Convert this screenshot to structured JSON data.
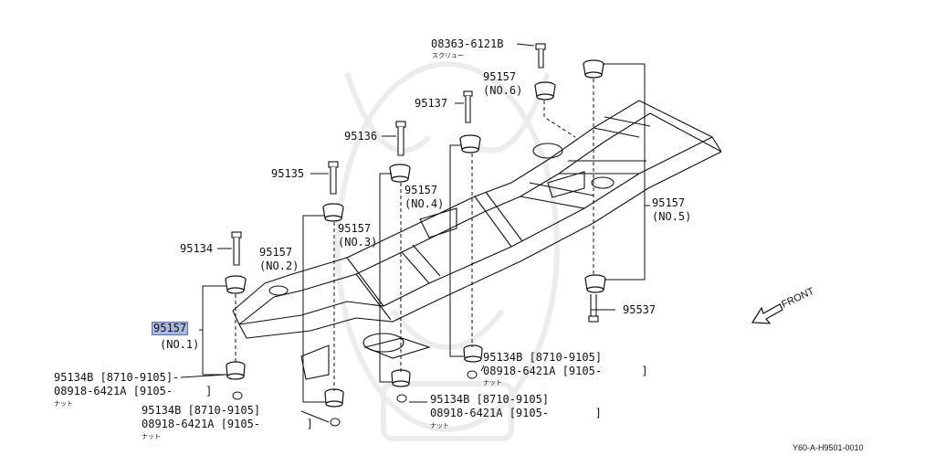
{
  "diagram": {
    "reference_code": "Y60-A-H9501-0010",
    "front_label": "FRONT",
    "highlight_color": "#a9b8de",
    "labels": {
      "screw_part": "08363-6121B",
      "screw_name": "スクリュー",
      "p95157_no6": "95157",
      "no6": "(NO.6)",
      "p95137": "95137",
      "p95136": "95136",
      "p95135": "95135",
      "p95157_no4": "95157",
      "no4": "(NO.4)",
      "p95157_no3": "95157",
      "no3": "(NO.3)",
      "p95134": "95134",
      "p95157_no2": "95157",
      "no2": "(NO.2)",
      "p95157_no1": "95157",
      "no1": "(NO.1)",
      "p95157_no5": "95157",
      "no5": "(NO.5)",
      "p95537": "95537",
      "nut1_a": "95134B [8710-9105]-",
      "nut1_b": "08918-6421A [9105-     ]",
      "nut1_c": "ナット",
      "nut2_a": "95134B [8710-9105]",
      "nut2_b": "08918-6421A [9105-       ]",
      "nut2_c": "ナット",
      "nut3_a": "95134B [8710-9105]",
      "nut3_b": "08918-6421A [9105-       ]",
      "nut3_c": "ナット",
      "nut4_a": "95134B [8710-9105]",
      "nut4_b": "08918-6421A [9105-      ]",
      "nut4_c": "ナット"
    }
  }
}
